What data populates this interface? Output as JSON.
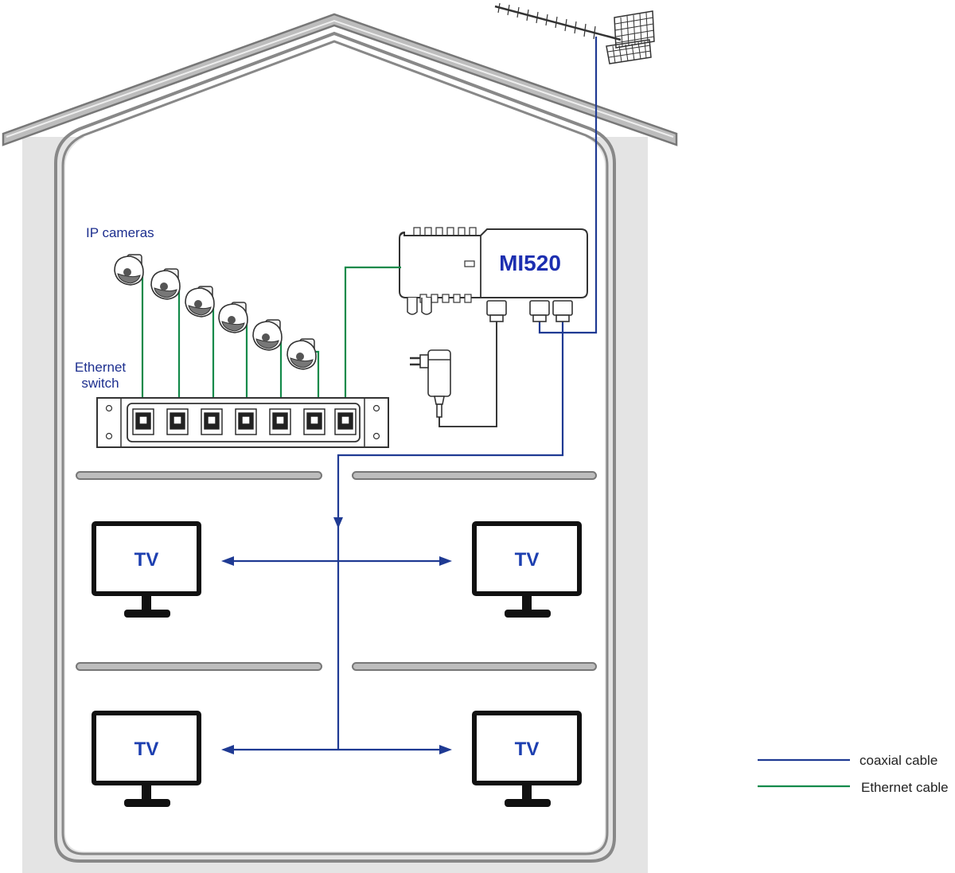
{
  "labels": {
    "ip_cameras": "IP cameras",
    "ethernet_switch_line1": "Ethernet",
    "ethernet_switch_line2": "switch",
    "amplifier_model": "MI520",
    "tv": "TV"
  },
  "legend": {
    "coax": "coaxial cable",
    "ethernet": "Ethernet cable"
  },
  "colors": {
    "coax": "#1f3a93",
    "ethernet": "#138a4a",
    "house_fill": "#e4e4e4",
    "label_blue": "#1d3fb0"
  },
  "icons": {
    "antenna": "antenna-icon",
    "camera": "dome-camera-icon",
    "tv": "tv-monitor-icon",
    "adapter": "power-adapter-icon",
    "switch": "ethernet-switch-icon"
  }
}
